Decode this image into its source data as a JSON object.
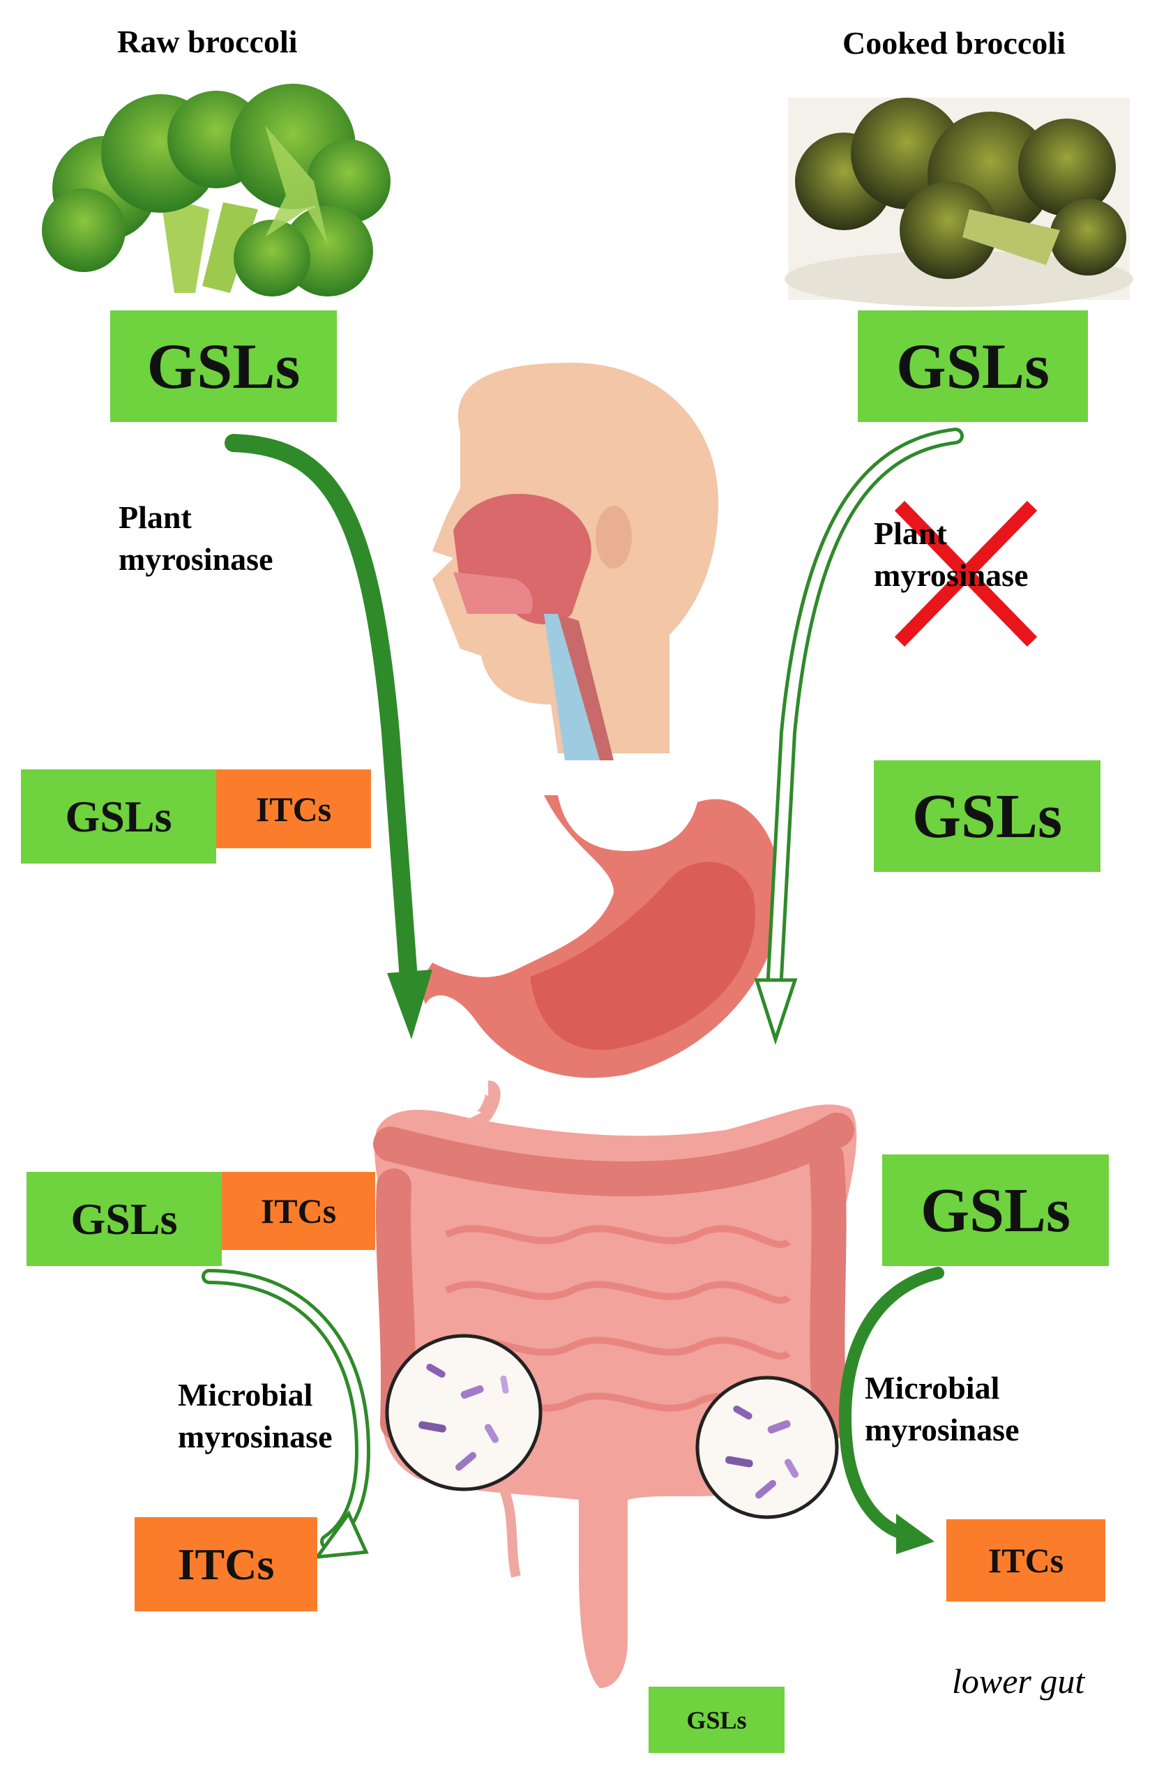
{
  "raw": {
    "title": "Raw broccoli",
    "gsl_top": "GSLs",
    "enzyme_line1": "Plant",
    "enzyme_line2": "myrosinase",
    "gsl_mid": "GSLs",
    "itc_mid": "ITCs",
    "gsl_gut": "GSLs",
    "itc_gut": "ITCs",
    "microbial_line1": "Microbial",
    "microbial_line2": "myrosinase",
    "itc_bottom": "ITCs"
  },
  "cooked": {
    "title": "Cooked broccoli",
    "gsl_top": "GSLs",
    "enzyme_line1": "Plant",
    "enzyme_line2": "myrosinase",
    "gsl_mid": "GSLs",
    "gsl_gut": "GSLs",
    "microbial_line1": "Microbial",
    "microbial_line2": "myrosinase",
    "itc_bottom": "ITCs"
  },
  "gut_label": "lower gut",
  "gsl_excreted": "GSLs",
  "colors": {
    "gsl": "#6fd23f",
    "itc": "#fb7d2c",
    "arrow_dark": "#2f8a2a",
    "cross": "#e8161b"
  }
}
